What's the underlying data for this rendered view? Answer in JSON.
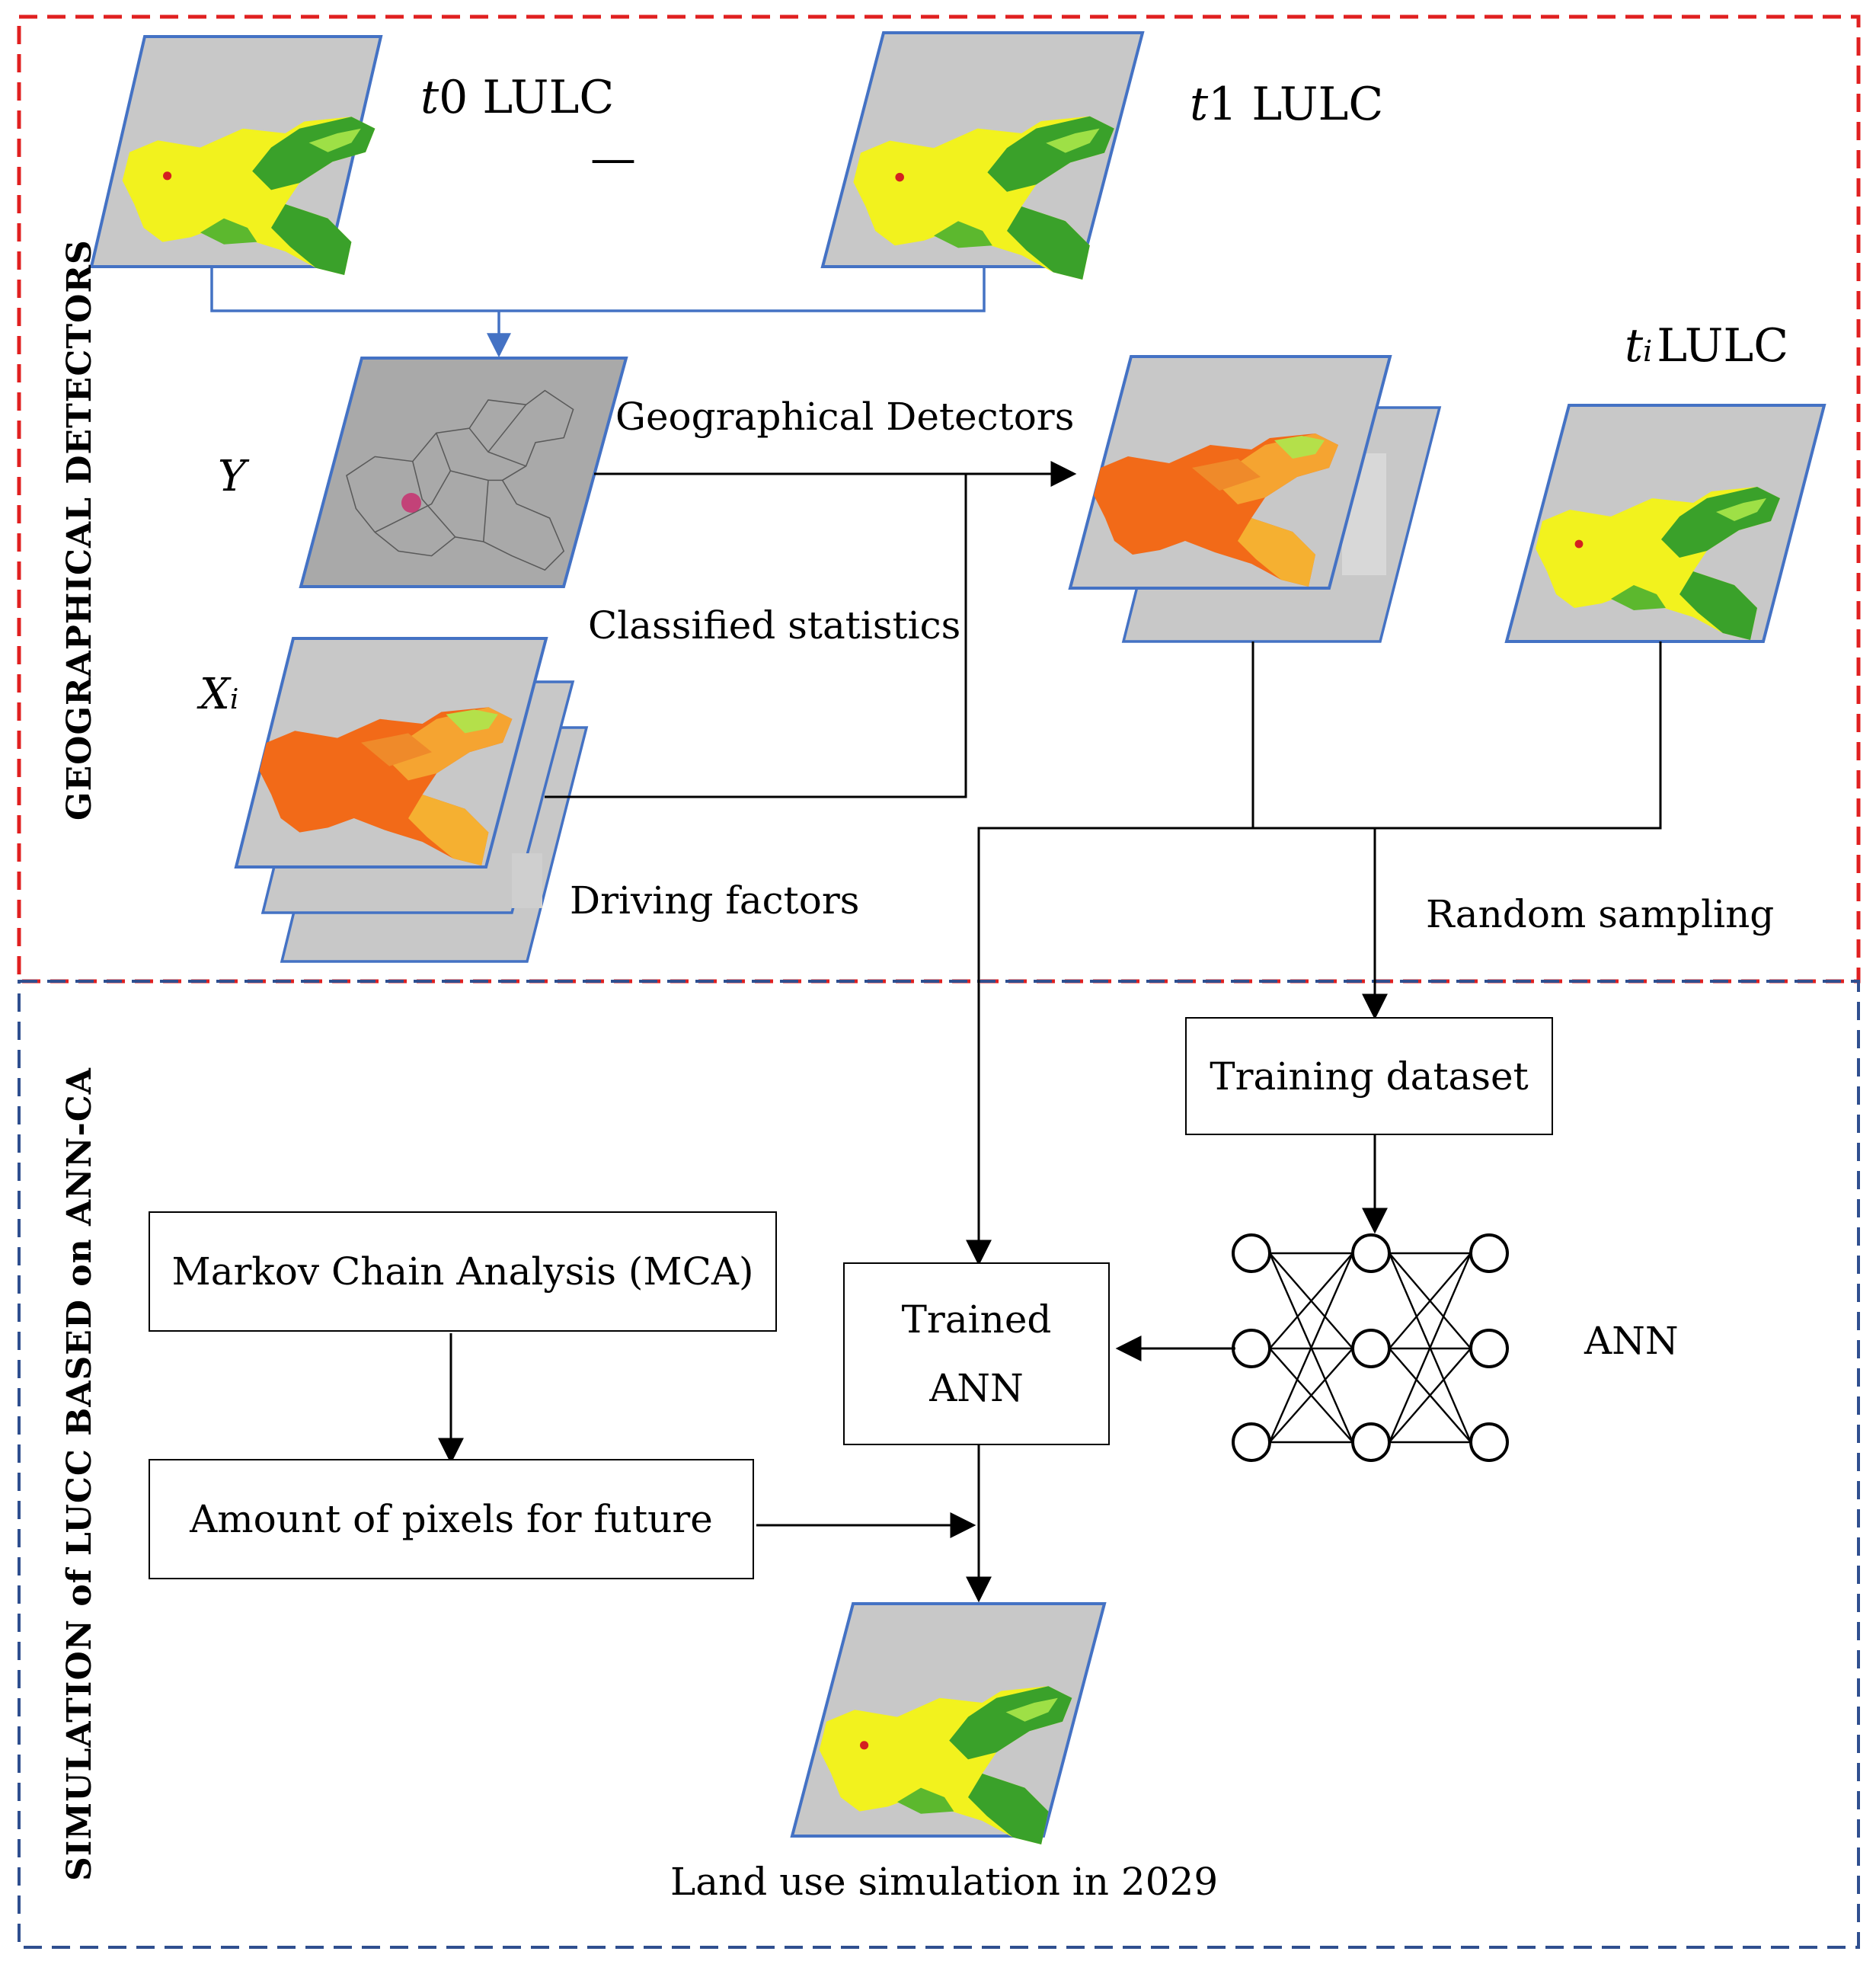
{
  "sections": {
    "top_title": "GEOGRAPHICAL DETECTORS",
    "bottom_title": "SIMULATION of LUCC BASED on ANN-CA"
  },
  "labels": {
    "t0_lulc": "t0 LULC",
    "t0_prefix": "t",
    "t0_suffix": "0 LULC",
    "dash": "—",
    "t1_lulc": "t1 LULC",
    "t1_prefix": "t",
    "t1_suffix": "1 LULC",
    "ti_lulc": "ti LULC",
    "ti_prefix": "t",
    "ti_sub": "i",
    "ti_suffix": "LULC",
    "y": "Y",
    "xi": "Xi",
    "xi_main": "X",
    "xi_sub": "i",
    "geographical_detectors": "Geographical Detectors",
    "classified_statistics": "Classified statistics",
    "driving_factors": "Driving factors",
    "random_sampling": "Random sampling",
    "ann": "ANN",
    "land_use_simulation": "Land use simulation in 2029"
  },
  "boxes": {
    "training_dataset": "Training dataset",
    "markov_chain": "Markov Chain Analysis (MCA)",
    "trained_ann_line1": "Trained",
    "trained_ann_line2": "ANN",
    "amount_of_pixels": "Amount of pixels for future"
  },
  "colors": {
    "red_dash": "#e02020",
    "blue_dash": "#2f4f8f",
    "blue_arrow": "#4472c4",
    "parallelogram_border": "#4472c4",
    "map_background": "#c8c8c8",
    "boundary_map_background": "#a9a9a9",
    "landuse_yellow": "#f2f21e",
    "landuse_green": "#3aa12a",
    "urban_red": "#d42020",
    "factor_orange": "#f26a18",
    "factor_light_orange": "#f5b031"
  }
}
